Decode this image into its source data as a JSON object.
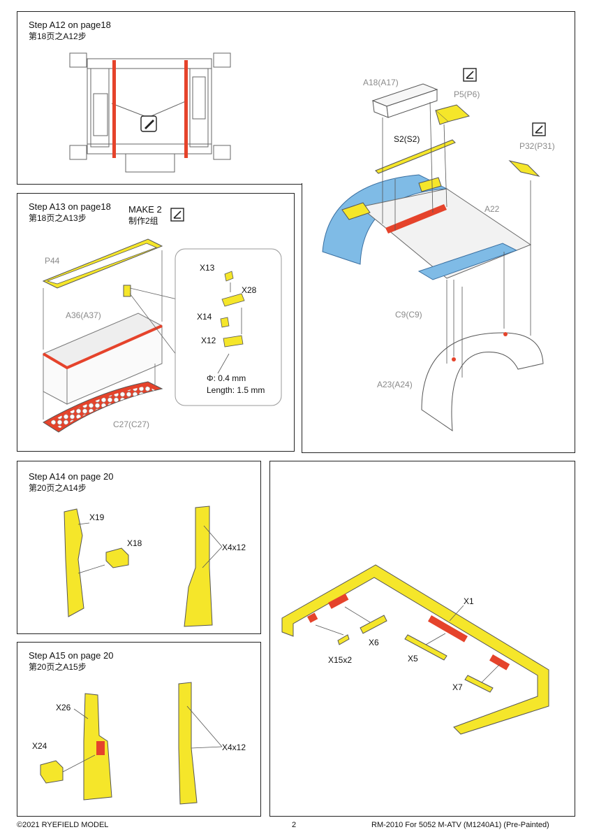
{
  "panels": {
    "a12": {
      "title": "Step A12 on page18",
      "subtitle": "第18页之A12步"
    },
    "a13": {
      "title": "Step A13 on page18",
      "subtitle": "第18页之A13步",
      "make_en": "MAKE 2",
      "make_zh": "制作2组"
    },
    "a14": {
      "title": "Step A14 on page 20",
      "subtitle": "第20页之A14步"
    },
    "a15": {
      "title": "Step A15 on page 20",
      "subtitle": "第20页之A15步"
    }
  },
  "labels": {
    "a18": "A18(A17)",
    "p5": "P5(P6)",
    "s2": "S2(S2)",
    "p32": "P32(P31)",
    "a22": "A22",
    "c9": "C9(C9)",
    "a23": "A23(A24)",
    "p44": "P44",
    "a36": "A36(A37)",
    "c27": "C27(C27)",
    "x13": "X13",
    "x28": "X28",
    "x14": "X14",
    "x12": "X12",
    "dia": "Φ: 0.4 mm",
    "len": "Length: 1.5 mm",
    "x19": "X19",
    "x18": "X18",
    "x4a": "X4x12",
    "x26": "X26",
    "x24": "X24",
    "x4b": "X4x12",
    "x1": "X1",
    "x6": "X6",
    "x15": "X15x2",
    "x5": "X5",
    "x7": "X7"
  },
  "footer": {
    "left": "©2021 RYEFIELD MODEL",
    "page": "2",
    "right": "RM-2010 For 5052 M-ATV (M1240A1) (Pre-Painted)"
  },
  "colors": {
    "pe_yellow": "#f5e62a",
    "glue_red": "#e5432b",
    "fender_blue": "#7fbbe6",
    "grey_text": "#8a8a8a"
  }
}
